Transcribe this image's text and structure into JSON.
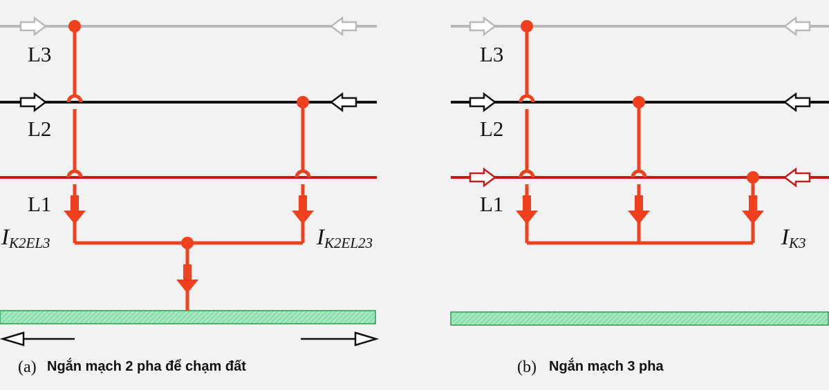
{
  "colors": {
    "background": "#f2f2f2",
    "phase_l3": "#b8b8b8",
    "phase_l2": "#111111",
    "phase_l1": "#c81818",
    "fault_current": "#f0401e",
    "ground_fill": "#8fe0b0",
    "ground_edge": "#2a9a50"
  },
  "icons": {
    "flow_arrow": "hollow-arrow-icon",
    "current_arrow": "solid-arrow-down-icon",
    "junction": "junction-dot-icon",
    "crossover": "crossover-hop-icon"
  },
  "panel_a": {
    "labels": {
      "l3": "L3",
      "l2": "L2",
      "l1": "L1"
    },
    "current_left": {
      "main": "I",
      "sub": "K2EL3"
    },
    "current_right": {
      "main": "I",
      "sub": "K2EL23"
    },
    "caption": {
      "prefix": "(a)",
      "title": "Ngắn mạch 2 pha để chạm đất"
    }
  },
  "panel_b": {
    "labels": {
      "l3": "L3",
      "l2": "L2",
      "l1": "L1"
    },
    "current": {
      "main": "I",
      "sub": "K3"
    },
    "caption": {
      "prefix": "(b)",
      "title": "Ngắn mạch 3 pha"
    }
  }
}
